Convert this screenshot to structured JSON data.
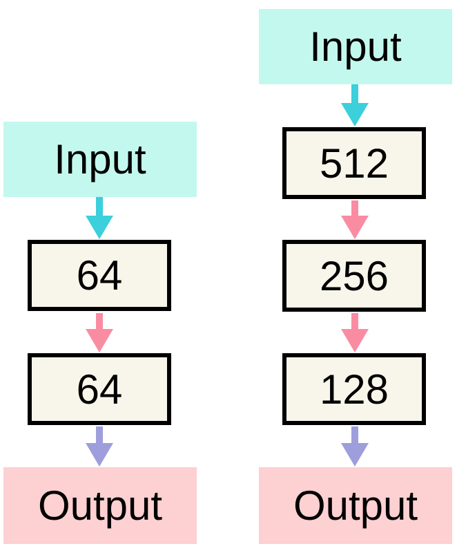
{
  "colors": {
    "input_fill": "#c3f8ee",
    "output_fill": "#fdd0d2",
    "layer_fill": "#f8f6ea",
    "layer_border": "#000000",
    "arrow_input": "#3ccfdc",
    "arrow_hidden": "#fa8ca2",
    "arrow_output": "#9e9edc"
  },
  "left_network": {
    "input_label": "Input",
    "layers": [
      "64",
      "64"
    ],
    "output_label": "Output"
  },
  "right_network": {
    "input_label": "Input",
    "layers": [
      "512",
      "256",
      "128"
    ],
    "output_label": "Output"
  }
}
